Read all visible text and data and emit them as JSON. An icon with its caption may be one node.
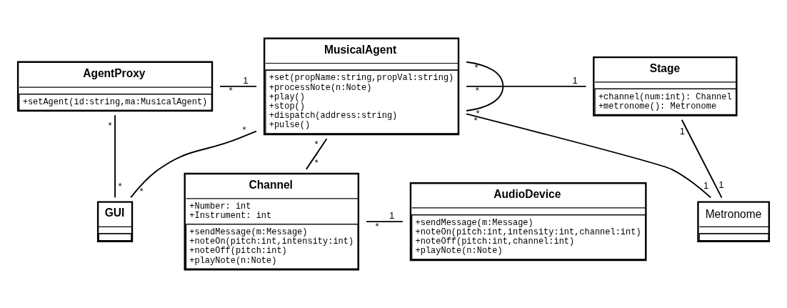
{
  "diagram": {
    "nodes": [
      {
        "text": [
          "AgentProxy",
          "+setAgent(id:string,ma:MusicalAgent)"
        ]
      },
      {
        "text": [
          "MusicalAgent",
          "+set(propName:string,propVal:string)",
          "+processNote(n:Note)",
          "+play()",
          "+stop()",
          "+dispatch(address:string)",
          "+pulse()"
        ]
      },
      {
        "text": [
          "Stage",
          "+channel(num:int): Channel",
          "+metronome(): Metronome"
        ]
      },
      {
        "text": [
          "GUI"
        ]
      },
      {
        "text": [
          "Metronome"
        ]
      },
      {
        "text": [
          "Channel",
          "+Number: int",
          "+Instrument: int",
          "+sendMessage(m:Message)",
          "+noteOn(pitch:int,intensity:int)",
          "+noteOff(pitch:int)",
          "+playNote(n:Note)"
        ]
      },
      {
        "text": [
          "AudioDevice",
          "+sendMessage(m:Message)",
          "+noteOn(pitch:int,intensity:int,channel:int)",
          "+noteOff(pitch:int,channel:int)",
          "+playNote(n:Note)"
        ]
      }
    ],
    "edges": [
      {
        "from": 0,
        "to": 1,
        "arrow": "none"
      },
      {
        "from": 1,
        "to": 2,
        "arrow": "none"
      },
      {
        "from": 0,
        "to": 3,
        "arrow": "none"
      },
      {
        "from": 3,
        "to": 1,
        "arrow": "none"
      },
      {
        "from": 1,
        "to": 4,
        "arrow": "none"
      },
      {
        "from": 2,
        "to": 4,
        "arrow": "none"
      },
      {
        "from": 1,
        "to": 1,
        "arrow": "none"
      },
      {
        "from": 1,
        "to": 5,
        "arrow": "none"
      },
      {
        "from": 5,
        "to": 6,
        "arrow": "none"
      }
    ],
    "labels": [
      "*",
      "1",
      "*",
      "1",
      "*",
      "*",
      "*",
      "*",
      "*",
      "1",
      "1",
      "1",
      "*",
      "*",
      "*",
      "*",
      "*",
      "1"
    ]
  }
}
